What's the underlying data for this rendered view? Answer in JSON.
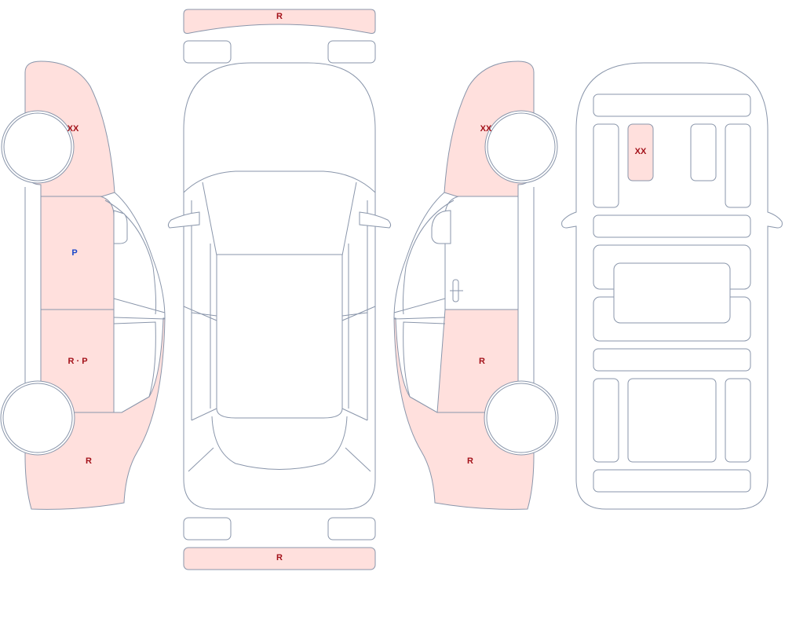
{
  "colors": {
    "outline": "#8a96ab",
    "damage_fill": "#ffe0dd",
    "mark_red": "#a3121a",
    "mark_blue": "#1a47c9"
  },
  "marks": {
    "front_bumper": "R",
    "rear_bumper": "R",
    "left_front_fender": "XX",
    "left_front_door": "P",
    "left_rear_door": "R · P",
    "left_quarter": "R",
    "right_front_fender": "XX",
    "right_rear_door": "R",
    "right_quarter": "R",
    "roof_panel": "XX"
  }
}
